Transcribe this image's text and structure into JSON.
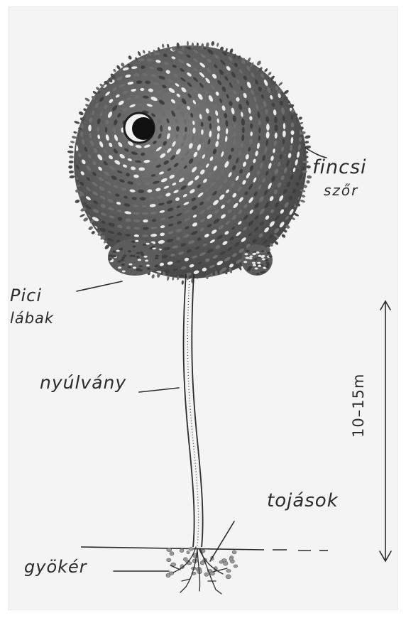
{
  "labels": {
    "fur_line1": "fincsi",
    "fur_line2": "szőr",
    "legs_line1": "Pici",
    "legs_line2": "lábak",
    "stalk": "nyúlvány",
    "eggs": "tojások",
    "root": "gyökér",
    "height": "10–15m"
  },
  "colors": {
    "paper": "#f4f4f4",
    "ink": "#2b2b2b",
    "fur_dark": "#5a5a5a",
    "fur_light": "#e9e9e9"
  }
}
